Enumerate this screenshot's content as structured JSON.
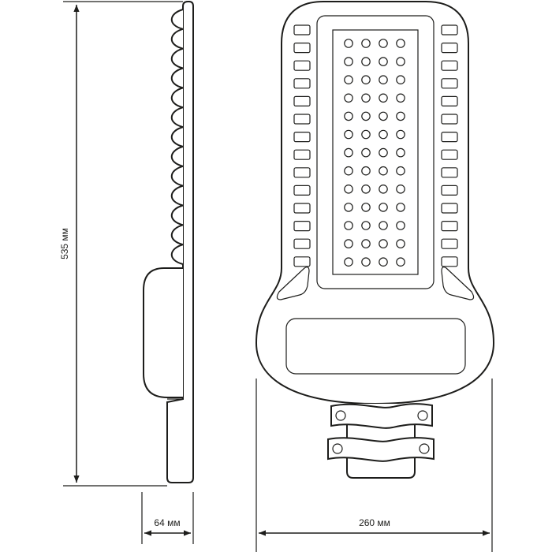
{
  "dimensions": {
    "height_label": "535 мм",
    "depth_label": "64 мм",
    "width_label": "260 мм"
  },
  "led_grid": {
    "columns": 4,
    "rows": 13
  },
  "side_fins": {
    "count": 13
  },
  "slots": {
    "count": 14
  },
  "colors": {
    "line": "#1d1d1b",
    "background": "#ffffff"
  }
}
